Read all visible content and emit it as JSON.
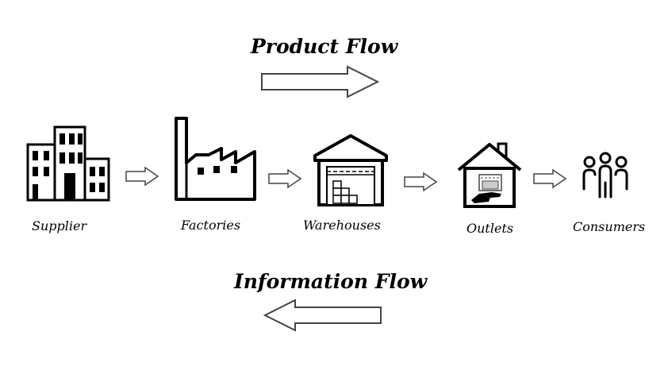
{
  "product_flow": {
    "title": "Product Flow"
  },
  "information_flow": {
    "title": "Information Flow"
  },
  "nodes": [
    {
      "label": "Supplier",
      "icon": "office-buildings-icon"
    },
    {
      "label": "Factories",
      "icon": "factory-icon"
    },
    {
      "label": "Warehouses",
      "icon": "warehouse-icon"
    },
    {
      "label": "Outlets",
      "icon": "outlet-store-icon"
    },
    {
      "label": "Consumers",
      "icon": "people-group-icon"
    }
  ],
  "colors": {
    "stroke": "#000000",
    "outline_gray": "#444444",
    "background": "#ffffff"
  }
}
